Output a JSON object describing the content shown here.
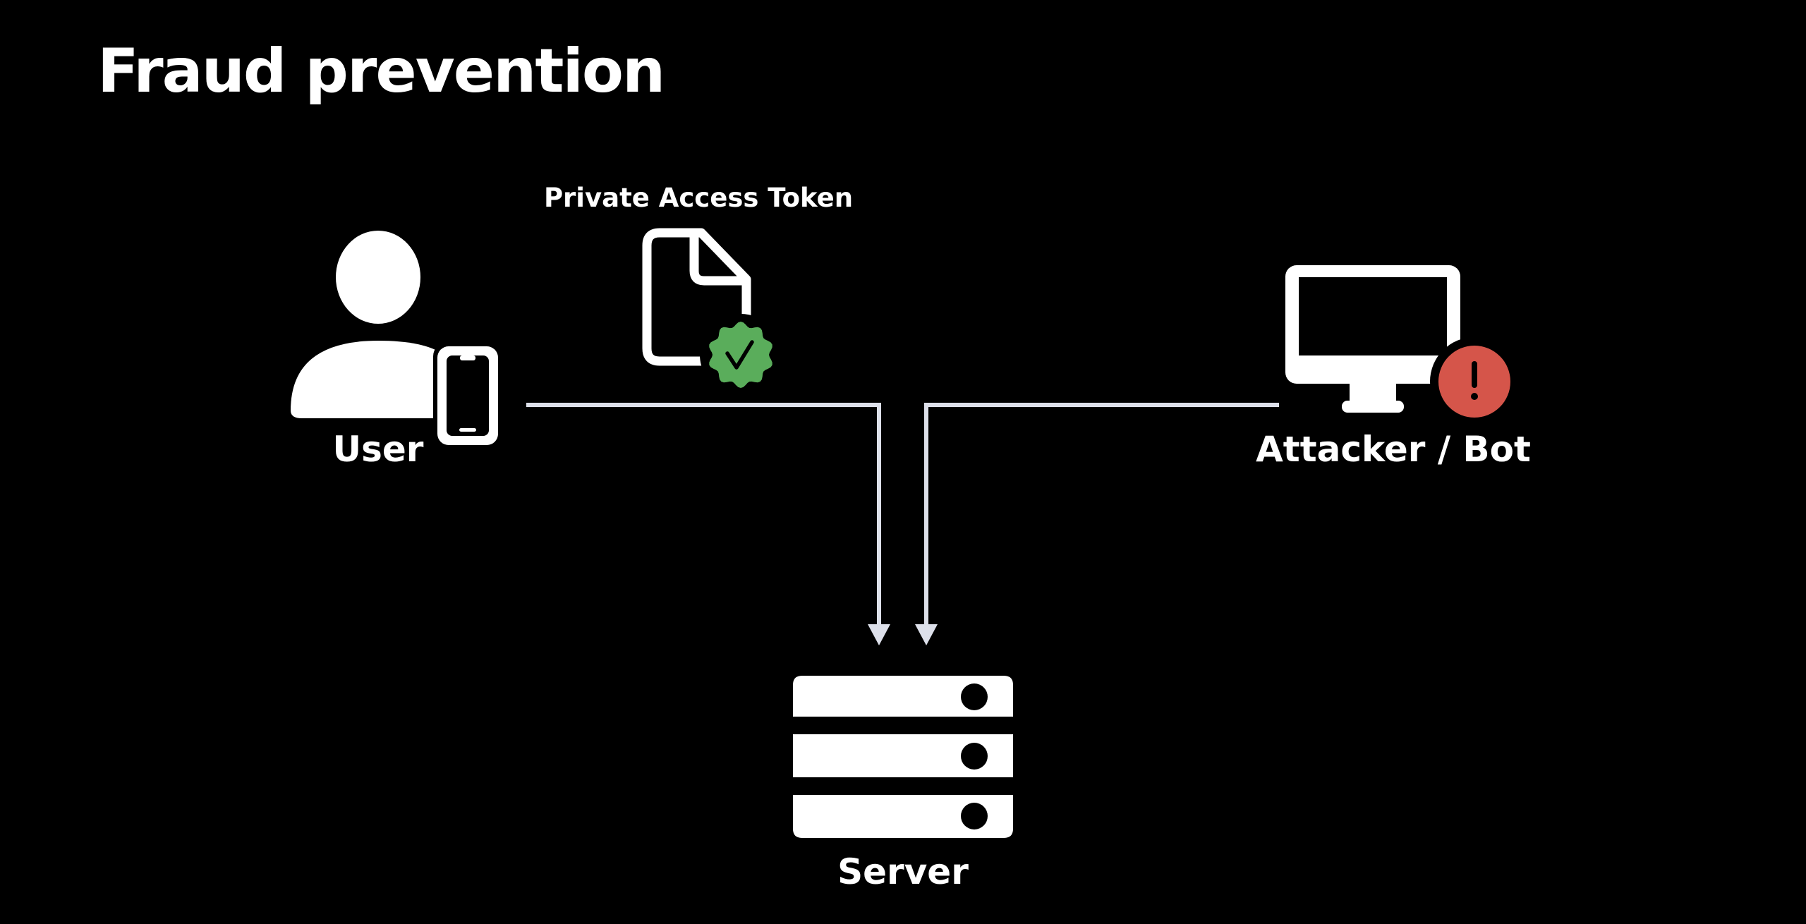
{
  "title": "Fraud prevention",
  "nodes": {
    "user": {
      "label": "User"
    },
    "token": {
      "label": "Private Access Token"
    },
    "attacker": {
      "label": "Attacker / Bot"
    },
    "server": {
      "label": "Server"
    }
  },
  "colors": {
    "background": "#000000",
    "foreground": "#ffffff",
    "connector": "#dde0ea",
    "verified_badge": "#5aad5b",
    "alert_badge": "#d5554a"
  },
  "icons": {
    "user": "person-icon",
    "phone": "smartphone-icon",
    "token": "document-icon",
    "verified": "checkmark-seal-icon",
    "attacker": "desktop-monitor-icon",
    "alert": "exclamation-circle-icon",
    "server": "server-rack-icon"
  }
}
